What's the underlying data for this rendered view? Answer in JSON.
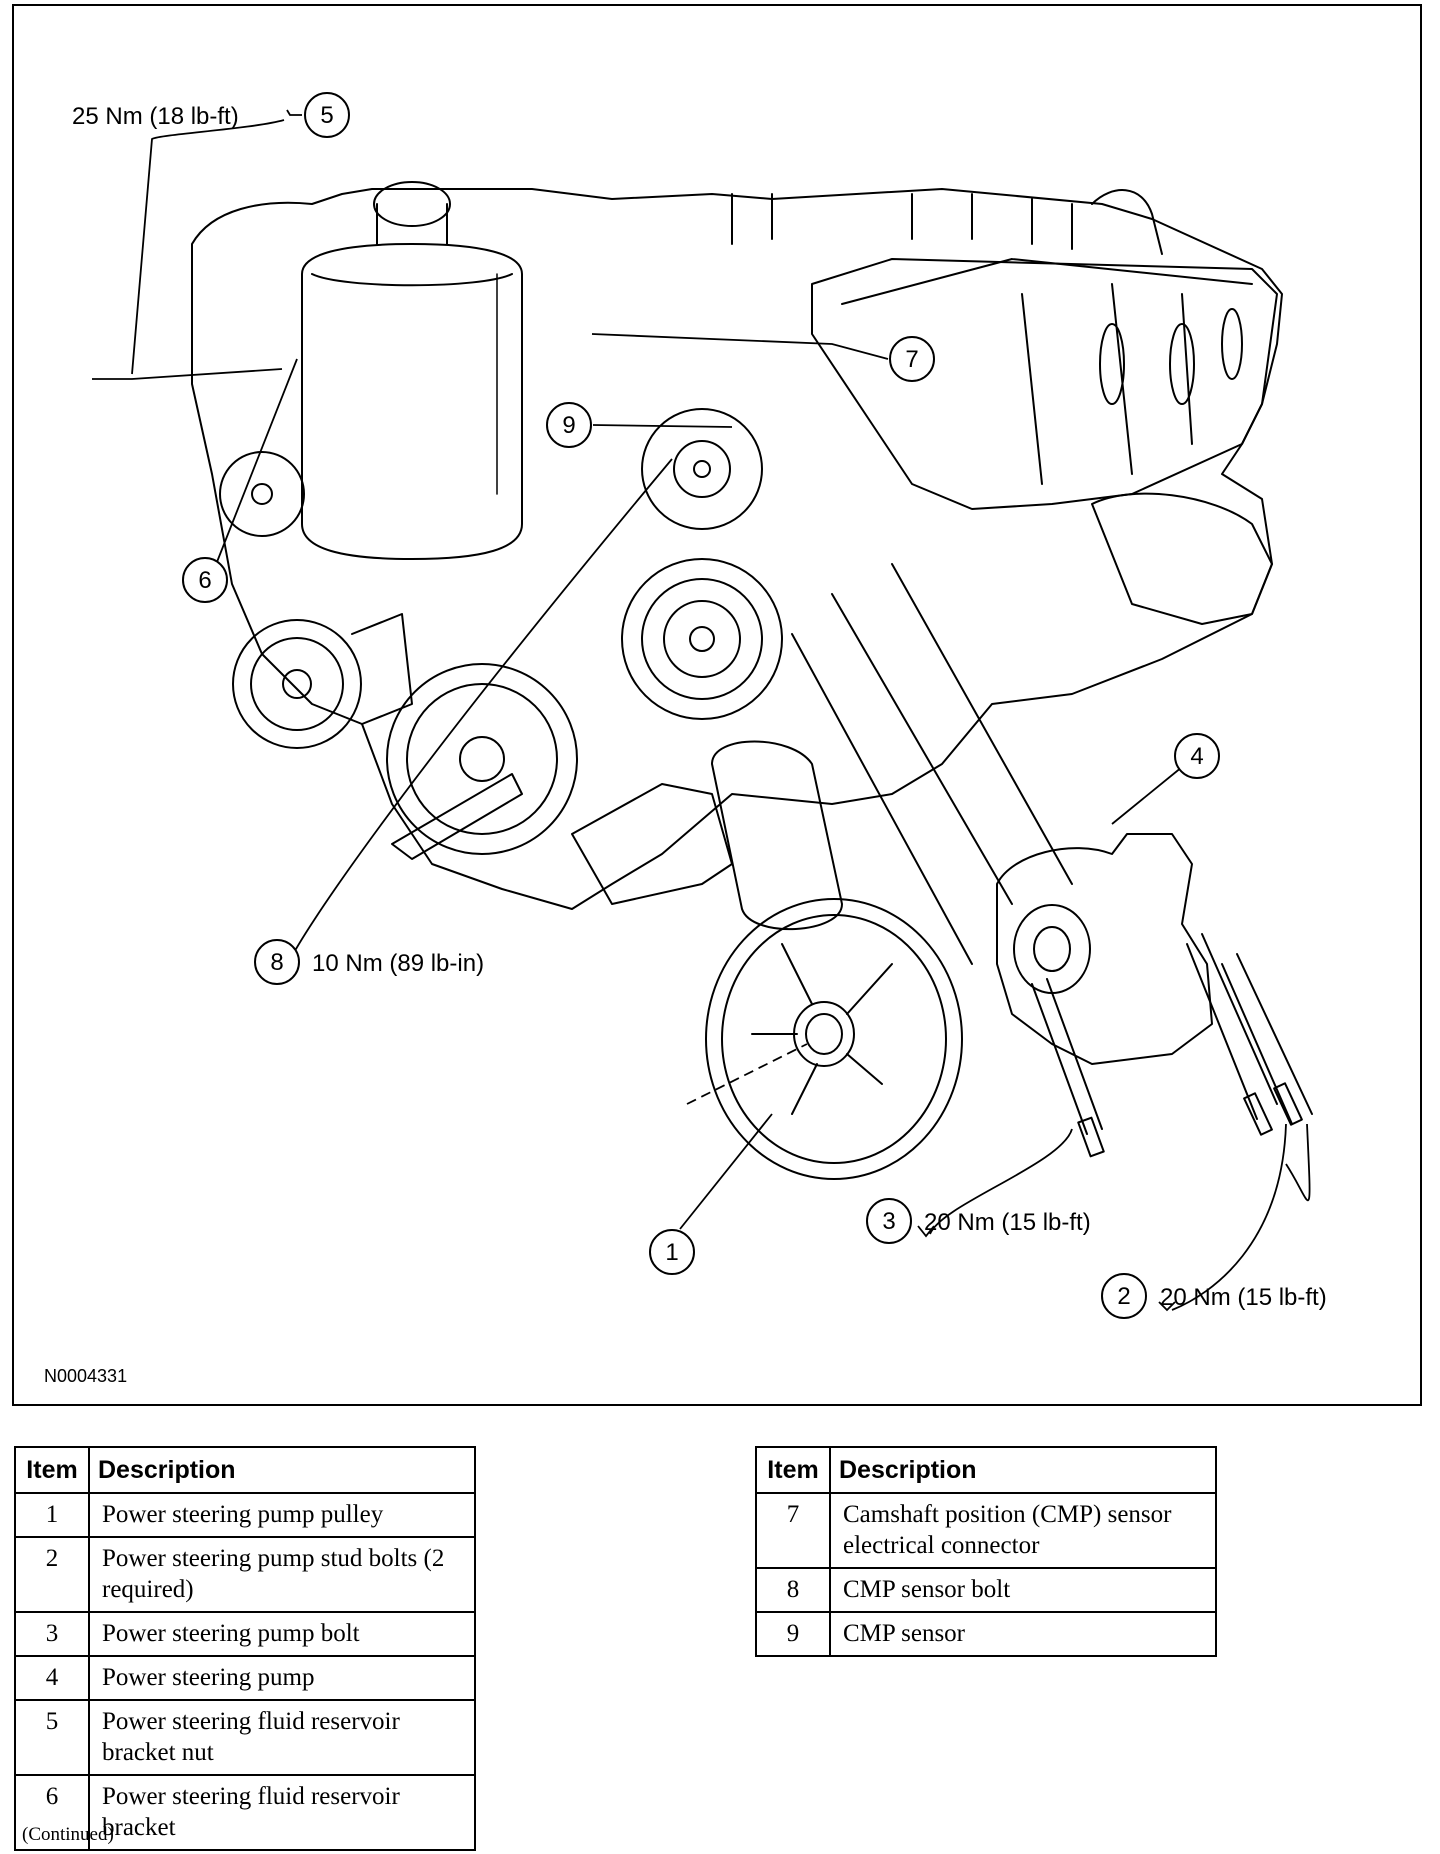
{
  "figure": {
    "id": "N0004331",
    "callouts": [
      {
        "num": "1",
        "spec": ""
      },
      {
        "num": "2",
        "spec": "20 Nm (15 lb-ft)"
      },
      {
        "num": "3",
        "spec": "20 Nm (15 lb-ft)"
      },
      {
        "num": "4",
        "spec": ""
      },
      {
        "num": "5",
        "spec": "25 Nm (18 lb-ft)"
      },
      {
        "num": "6",
        "spec": ""
      },
      {
        "num": "7",
        "spec": ""
      },
      {
        "num": "8",
        "spec": "10 Nm (89 lb-in)"
      },
      {
        "num": "9",
        "spec": ""
      }
    ]
  },
  "legend_headers": {
    "item": "Item",
    "description": "Description"
  },
  "legend_left": [
    {
      "item": "1",
      "description": "Power steering pump pulley"
    },
    {
      "item": "2",
      "description": "Power steering pump stud bolts (2 required)"
    },
    {
      "item": "3",
      "description": "Power steering pump bolt"
    },
    {
      "item": "4",
      "description": "Power steering pump"
    },
    {
      "item": "5",
      "description": "Power steering fluid reservoir bracket nut"
    },
    {
      "item": "6",
      "description": "Power steering fluid reservoir bracket"
    }
  ],
  "legend_right": [
    {
      "item": "7",
      "description": "Camshaft position (CMP) sensor electrical connector"
    },
    {
      "item": "8",
      "description": "CMP sensor bolt"
    },
    {
      "item": "9",
      "description": "CMP sensor"
    }
  ],
  "continued": "(Continued)"
}
